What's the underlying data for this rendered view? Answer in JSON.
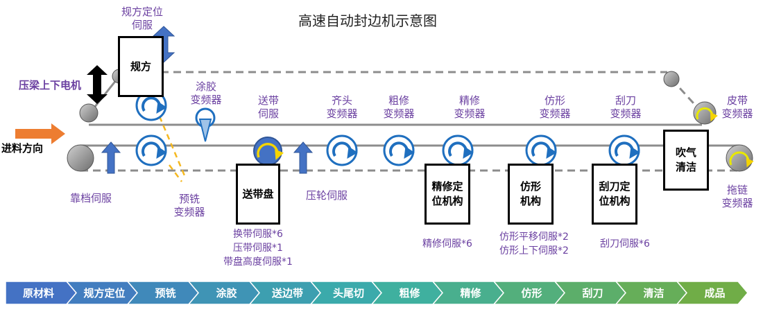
{
  "title": "高速自动封边机示意图",
  "labels": {
    "guide_servo": "规方定位\n伺服",
    "press_beam_motor": "压梁上下电机",
    "feed_direction": "进料方向",
    "glue_inverter": "涂胶\n变频器",
    "belt_servo": "送带\n伺服",
    "end_trim_inverter": "齐头\n变频器",
    "rough_trim_inverter": "粗修\n变频器",
    "fine_trim_inverter": "精修\n变频器",
    "profile_inverter": "仿形\n变频器",
    "scraper_inverter": "刮刀\n变频器",
    "belt_inverter": "皮带\n变频器",
    "fence_servo": "靠档伺服",
    "premill_inverter": "预铣\n变频器",
    "press_wheel_servo": "压轮伺服",
    "chain_inverter": "拖链\n变频器"
  },
  "boxes": {
    "guide": "规方",
    "belt_reel": "送带盘",
    "fine_trim_mech": "精修定\n位机构",
    "profile_mech": "仿形\n机构",
    "scraper_mech": "刮刀定\n位机构",
    "blow_clean": "吹气\n清洁"
  },
  "annotations": {
    "belt_reel": "换带伺服*6\n压带伺服*1\n带盘高度伺服*1",
    "fine_trim": "精修伺服*6",
    "profile": "仿形平移伺服*2\n仿形上下伺服*2",
    "scraper": "刮刀伺服*6"
  },
  "stages": [
    "原材料",
    "规方定位",
    "预铣",
    "涂胶",
    "送边带",
    "头尾切",
    "粗修",
    "精修",
    "仿形",
    "刮刀",
    "清洁",
    "成品"
  ],
  "colors": {
    "label": "#6a3fa0",
    "motor_blue": "#1f6fbf",
    "servo_fill": "#4472c4",
    "arrow_orange": "#ed7d31",
    "dashed_orange": "#f5b820",
    "roller_grey": "#8c8c8c",
    "stage_start": "#4472c4",
    "stage_end": "#70ad47"
  }
}
